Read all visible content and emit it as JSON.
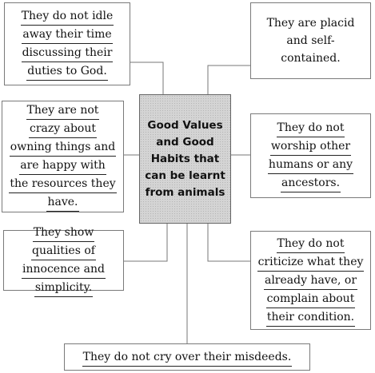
{
  "center": {
    "lines": [
      "Good Values",
      "and Good",
      "Habits that",
      "can be learnt",
      "from animals"
    ]
  },
  "boxes": {
    "top_left": {
      "lines": [
        "They do not idle",
        "away their time",
        "discussing their",
        "duties to God."
      ]
    },
    "top_right": {
      "lines": [
        "They are placid",
        "and self-",
        "contained."
      ]
    },
    "mid_left": {
      "lines": [
        "They are not",
        "crazy about",
        "owning things and",
        "are happy  with",
        "the resources they",
        "have."
      ]
    },
    "mid_right": {
      "lines": [
        "They do not",
        "worship other",
        "humans or any",
        "ancestors."
      ]
    },
    "lower_left": {
      "lines": [
        "They show",
        "qualities of",
        "innocence and",
        "simplicity."
      ]
    },
    "lower_right": {
      "lines": [
        "They do not",
        "criticize what they",
        "already have, or",
        "complain about",
        "their condition."
      ]
    },
    "bottom": {
      "lines": [
        "They do not cry over their misdeeds."
      ]
    }
  }
}
